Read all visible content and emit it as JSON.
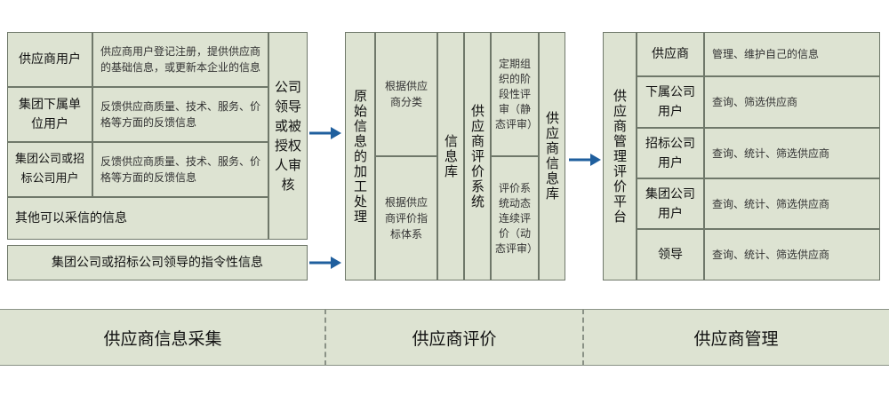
{
  "collection": {
    "rows": [
      {
        "label": "供应商用户",
        "desc": "供应商用户登记注册，提供供应商的基础信息，或更新本企业的信息"
      },
      {
        "label": "集团下属单位用户",
        "desc": "反馈供应商质量、技术、服务、价格等方面的反馈信息"
      },
      {
        "label": "集团公司或招标公司用户",
        "desc": "反馈供应商质量、技术、服务、价格等方面的反馈信息"
      }
    ],
    "other_info": "其他可以采信的信息",
    "review": "公司领导或被授权人审核",
    "directive": "集团公司或招标公司领导的指令性信息"
  },
  "evaluation": {
    "processing": "原始信息的加工处理",
    "classify_by_supplier": "根据供应商分类",
    "classify_by_index": "根据供应商评价指标体系",
    "info_db": "信息库",
    "eval_system": "供应商评价系统",
    "static_eval": "定期组织的阶段性评审（静态评审）",
    "dynamic_eval": "评价系统动态连续评价（动态评审）",
    "supplier_db": "供应商信息库"
  },
  "management": {
    "platform": "供应商管理评价平台",
    "rows": [
      {
        "role": "供应商",
        "action": "管理、维护自己的信息"
      },
      {
        "role": "下属公司用户",
        "action": "查询、筛选供应商"
      },
      {
        "role": "招标公司用户",
        "action": "查询、统计、筛选供应商"
      },
      {
        "role": "集团公司用户",
        "action": "查询、统计、筛选供应商"
      },
      {
        "role": "领导",
        "action": "查询、统计、筛选供应商"
      }
    ]
  },
  "stages": [
    "供应商信息采集",
    "供应商评价",
    "供应商管理"
  ],
  "colors": {
    "cell_fill": "#dde3d2",
    "border": "#6f786a",
    "arrow": "#1f5f9e"
  }
}
